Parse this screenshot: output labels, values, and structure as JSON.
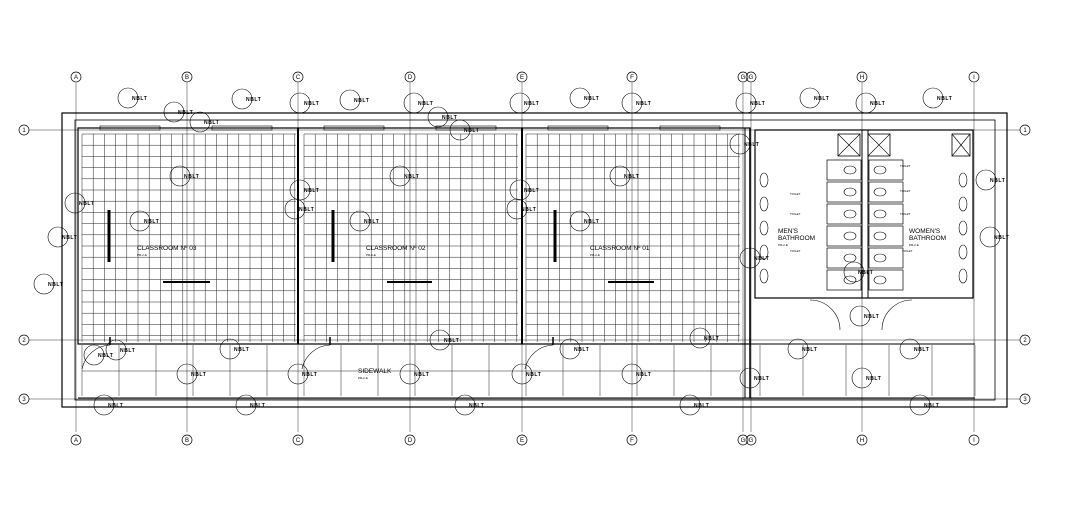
{
  "grid": {
    "columns": [
      "A",
      "B",
      "C",
      "D",
      "E",
      "F",
      "G",
      "G",
      "H",
      "I"
    ],
    "rows": [
      "1",
      "2",
      "3"
    ]
  },
  "tag_text": "NBLT",
  "rooms": {
    "classroom_03": {
      "name": "CLASSROOM Nº 03",
      "sub": "PR-2-E"
    },
    "classroom_02": {
      "name": "CLASSROOM Nº 02",
      "sub": "PR-2-E"
    },
    "classroom_01": {
      "name": "CLASSROOM Nº 01",
      "sub": "PR-2-E"
    },
    "mens": {
      "line1": "MEN'S",
      "line2": "BATHROOM",
      "sub": "PR-2-E"
    },
    "womens": {
      "line1": "WOMEN'S",
      "line2": "BATHROOM",
      "sub": "PR-2-E"
    },
    "sidewalk": {
      "name": "SIDEWALK",
      "sub": "PR-2-E"
    }
  },
  "fixture_label": "TOILET"
}
